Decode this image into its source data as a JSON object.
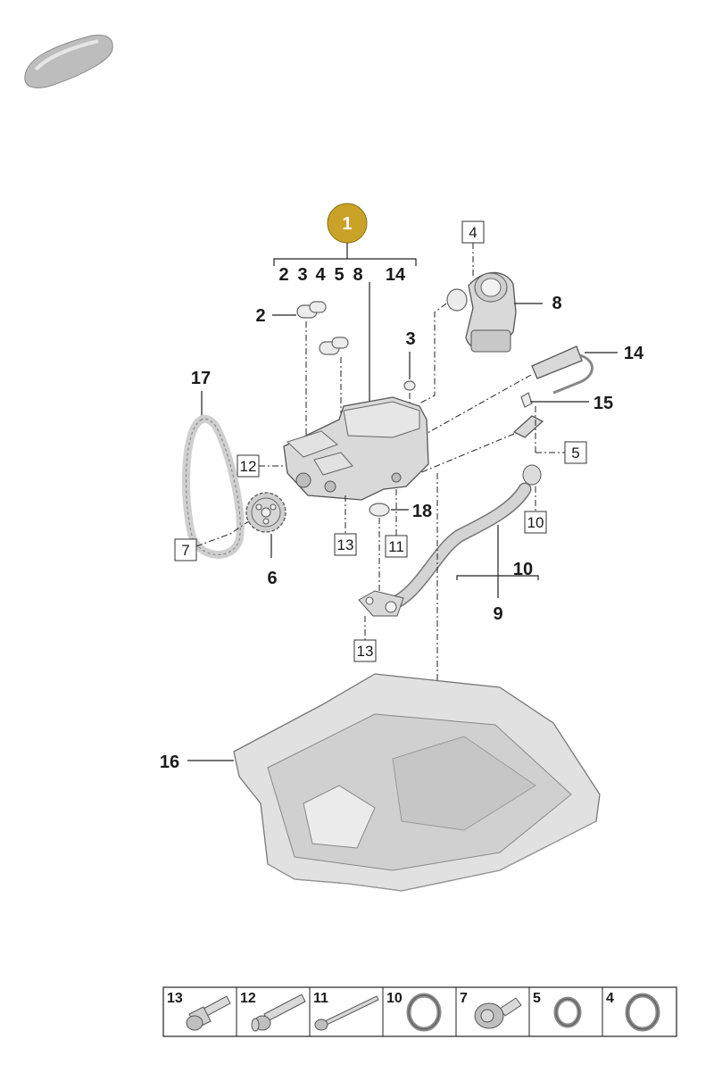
{
  "assembly": {
    "number": "1",
    "sub_parts": [
      "2",
      "3",
      "4",
      "5",
      "8",
      "14"
    ],
    "color": "#c9a227"
  },
  "callouts": {
    "p2": "2",
    "p3": "3",
    "p6": "6",
    "p8": "8",
    "p9": "9",
    "p10": "10",
    "p14": "14",
    "p15": "15",
    "p16": "16",
    "p17": "17",
    "p18": "18"
  },
  "boxed_refs": {
    "r4": "4",
    "r5": "5",
    "r7": "7",
    "r10": "10",
    "r11": "11",
    "r12": "12",
    "r13a": "13",
    "r13b": "13"
  },
  "legend": [
    "13",
    "12",
    "11",
    "10",
    "7",
    "5",
    "4"
  ],
  "icons": {
    "car": "vehicle-silhouette-icon",
    "legend_13": "bolt-icon",
    "legend_12": "bolt-icon",
    "legend_11": "long-bolt-icon",
    "legend_10": "o-ring-icon",
    "legend_7": "flange-bolt-icon",
    "legend_5": "o-ring-icon",
    "legend_4": "o-ring-icon"
  }
}
